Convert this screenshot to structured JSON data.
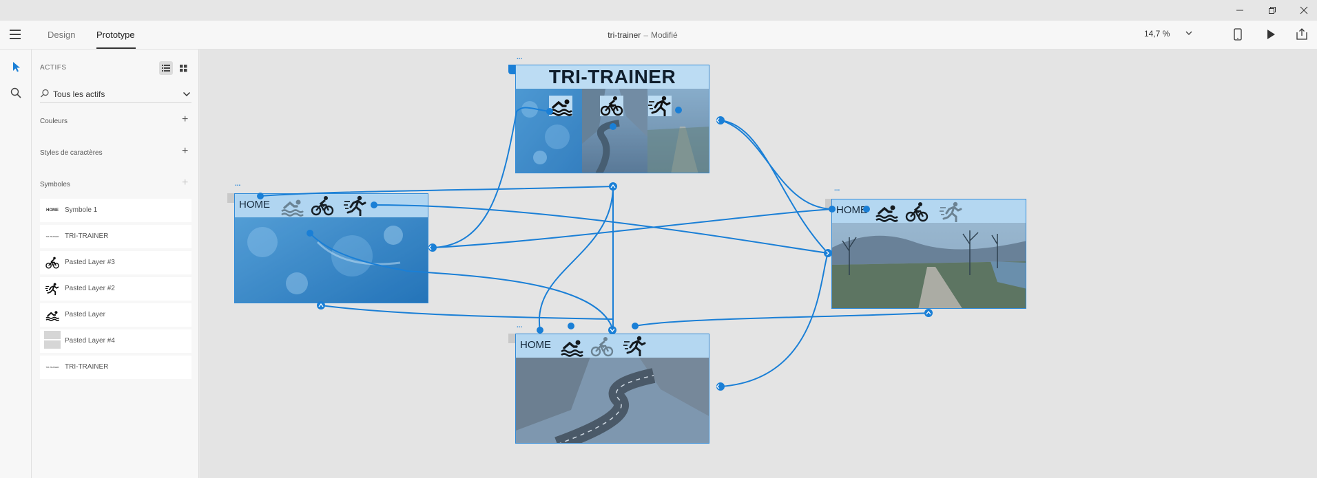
{
  "window": {
    "min_icon": "minimize-icon",
    "max_icon": "restore-icon",
    "close_icon": "close-icon"
  },
  "appbar": {
    "tabs": [
      {
        "label": "Design"
      },
      {
        "label": "Prototype"
      }
    ],
    "doc_name": "tri-trainer",
    "separator": "–",
    "status": "Modifié",
    "zoom": "14,7 %"
  },
  "assets": {
    "header": "ACTIFS",
    "filter": "Tous les actifs",
    "sections": {
      "colors": "Couleurs",
      "char_styles": "Styles de caractères",
      "symbols": "Symboles"
    },
    "symbols": [
      {
        "label": "Symbole 1",
        "thumb": "HOME"
      },
      {
        "label": "TRI-TRAINER",
        "thumb": "TRI-TRAINER"
      },
      {
        "label": "Pasted Layer #3",
        "thumb": "cyclist-icon"
      },
      {
        "label": "Pasted Layer #2",
        "thumb": "runner-icon"
      },
      {
        "label": "Pasted Layer",
        "thumb": "swimmer-icon"
      },
      {
        "label": "Pasted Layer #4",
        "thumb": "gray-placeholder"
      },
      {
        "label": "TRI-TRAINER",
        "thumb": "TRI-TRAINER"
      }
    ]
  },
  "artboards": {
    "main": {
      "title": "TRI-TRAINER",
      "dots": "..."
    },
    "swim": {
      "home": "HOME",
      "dots": "..."
    },
    "bike": {
      "home": "HOME",
      "dots": "..."
    },
    "run": {
      "home": "HOME",
      "dots": "..."
    }
  },
  "colors": {
    "accent": "#1a7fd6",
    "header": "#bcdcf3",
    "dark_text": "#0f1d2b"
  }
}
